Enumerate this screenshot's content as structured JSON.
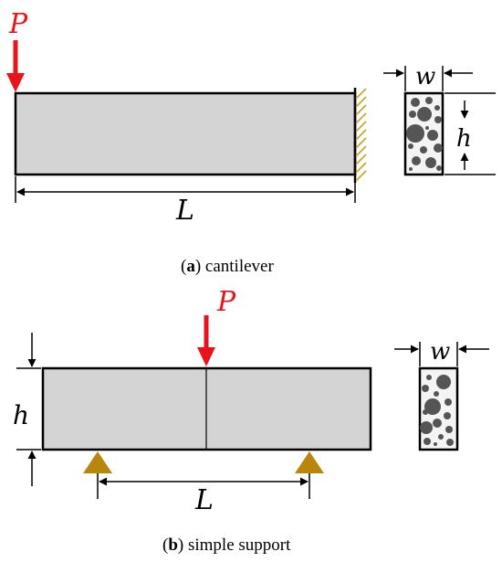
{
  "panel_a": {
    "load_label": "P",
    "length_label": "L",
    "width_label": "w",
    "height_label": "h",
    "caption_letter": "a",
    "caption_text": "cantilever"
  },
  "panel_b": {
    "load_label": "P",
    "length_label": "L",
    "width_label": "w",
    "height_label": "h",
    "caption_letter": "b",
    "caption_text": "simple support"
  },
  "colors": {
    "load_arrow": "#e8141b",
    "beam_fill": "#d4d4d4",
    "support": "#b8860b",
    "fixed_hatch": "#c9a227",
    "aggregate": "#555555"
  },
  "icons": {
    "load": "down-arrow-icon",
    "fixed_support": "fixed-wall-hatch-icon",
    "pin_support": "triangle-support-icon"
  }
}
